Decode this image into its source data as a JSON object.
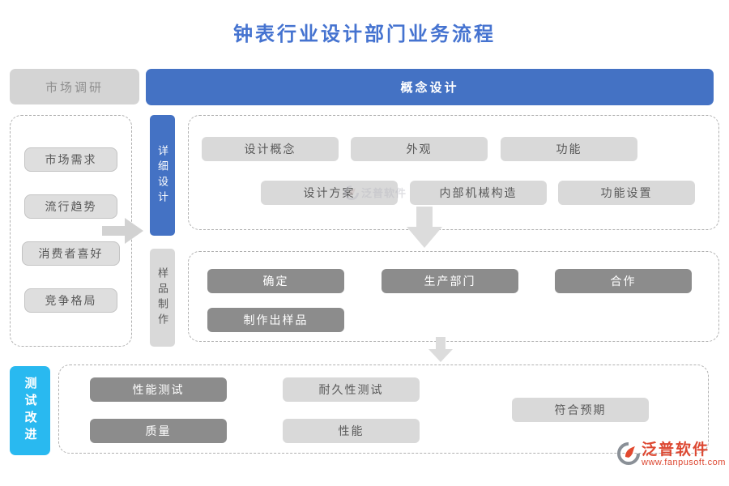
{
  "title": "钟表行业设计部门业务流程",
  "colors": {
    "title_blue": "#4573d0",
    "header_blue": "#4472c4",
    "stage_cyan": "#29b9f0",
    "box_light_gray": "#d9d9d9",
    "box_dark_gray": "#8c8c8c",
    "box_text_gray": "#595959",
    "logo_red": "#dd4832"
  },
  "icons": {
    "flow_arrow_right": "→",
    "flow_arrow_down": "↓",
    "logo_mark": "swirl-circle"
  },
  "top": {
    "market_research": "市场调研",
    "concept_design": "概念设计"
  },
  "research_panel": {
    "items": [
      "市场需求",
      "流行趋势",
      "消费者喜好",
      "竞争格局"
    ]
  },
  "stages": {
    "detailed_design": "详细设计",
    "sample_making": "样品制作",
    "test_improve": "测试改进"
  },
  "design_panel": {
    "row1": [
      "设计概念",
      "外观",
      "功能"
    ],
    "row2": [
      "设计方案",
      "内部机械构造",
      "功能设置"
    ]
  },
  "sample_panel": {
    "row1": [
      "确定",
      "生产部门",
      "合作"
    ],
    "row2": [
      "制作出样品"
    ]
  },
  "test_panel": {
    "performance_test": "性能测试",
    "durability_test": "耐久性测试",
    "meets_expectation": "符合预期",
    "quality": "质量",
    "performance": "性能"
  },
  "watermark": {
    "text": "泛普软件"
  },
  "logo": {
    "name": "泛普软件",
    "url": "www.fanpusoft.com"
  }
}
